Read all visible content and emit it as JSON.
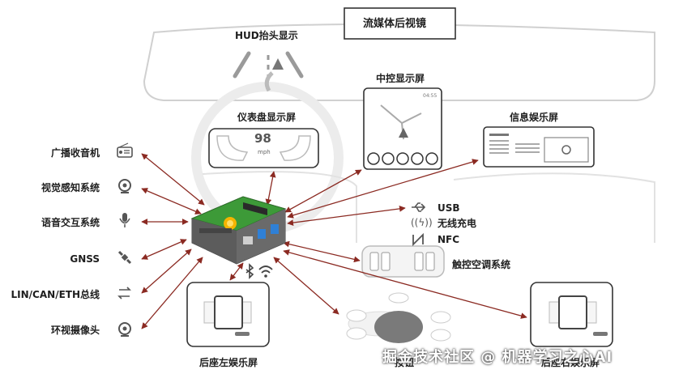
{
  "labels": {
    "streaming_mirror": "流媒体后视镜",
    "hud": "HUD抬头显示",
    "center_display": "中控显示屏",
    "cluster_display": "仪表盘显示屏",
    "infotainment_display": "信息娱乐屏",
    "usb": "USB",
    "wireless_charging": "无线充电",
    "nfc": "NFC",
    "touch_climate": "触控空调系统",
    "rear_left_entertainment": "后座左娱乐屏",
    "buttons": "按钮",
    "rear_right_entertainment": "后座右娱乐屏",
    "broadcast_radio": "广播收音机",
    "vision_perception": "视觉感知系统",
    "voice_interaction": "语音交互系统",
    "gnss": "GNSS",
    "vehicle_bus": "LIN/CAN/ETH总线",
    "surround_camera": "环视摄像头"
  },
  "cluster": {
    "speed": "98",
    "unit": "mph"
  },
  "center_screen": {
    "time": "04:55"
  },
  "watermark": "掘金技术社区 @ 机器学习之心AI",
  "colors": {
    "arrow": "#8b2a22",
    "outline": "#cfcfcf",
    "panel": "#555555",
    "board_green": "#3d9a38"
  }
}
